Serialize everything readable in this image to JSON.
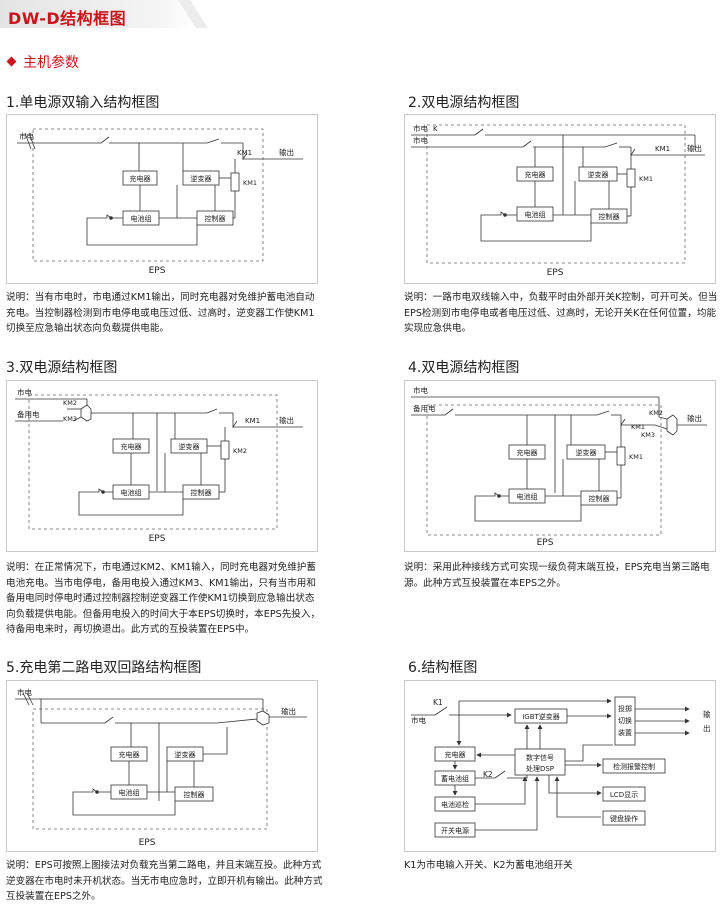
{
  "header": {
    "title": "DW-D结构框图"
  },
  "section": {
    "title": "主机参数"
  },
  "labels": {
    "mains": "市电",
    "backup": "备用电",
    "output": "输出",
    "output_v1": "输",
    "output_v2": "出",
    "charger": "充电器",
    "inverter": "逆变器",
    "battery": "电池组",
    "controller": "控制器",
    "eps": "EPS",
    "km1": "KM1",
    "km2": "KM2",
    "km3": "KM3",
    "k": "K",
    "k1": "K1",
    "k2": "K2"
  },
  "diagrams": [
    {
      "title": "1.单电源双输入结构框图",
      "desc": "说明：当有市电时，市电通过KM1输出，同时充电器对免维护蓄电池自动充电。当控制器检测到市电停电或电压过低、过高时，逆变器工作使KM1切换至应急输出状态向负载提供电能。"
    },
    {
      "title": "2.双电源结构框图",
      "desc": "说明：一路市电双线输入中，负载平时由外部开关K控制，可开可关。但当EPS检测到市电停电或者电压过低、过高时，无论开关K在任何位置，均能实现应急供电。"
    },
    {
      "title": "3.双电源结构框图",
      "desc": "说明：在正常情况下，市电通过KM2、KM1输入，同时充电器对免维护蓄电池充电。当市电停电，备用电投入通过KM3、KM1输出，只有当市用和备用电同时停电时通过控制器控制逆变器工作使KM1切换到应急输出状态向负载提供电能。但备用电投入的时间大于本EPS切换时，本EPS先投入，待备用电来时，再切换退出。此方式的互投装置在EPS中。"
    },
    {
      "title": "4.双电源结构框图",
      "desc": "说明：采用此种接线方式可实现一级负荷末端互投，EPS充电当第三路电源。此种方式互投装置在本EPS之外。"
    },
    {
      "title": "5.充电第二路电双回路结构框图",
      "desc": "说明：EPS可按照上图接法对负载充当第二路电，并且末端互投。此种方式逆变器在市电时未开机状态。当无市电应急时，立即开机有输出。此种方式互投装置在EPS之外。"
    },
    {
      "title": "6.结构框图",
      "desc": "K1为市电输入开关、K2为蓄电池组开关"
    }
  ],
  "diagram6": {
    "igbt": "IGBT逆变器",
    "switch1": "投掷",
    "switch2": "切换",
    "switch3": "装置",
    "dsp1": "数字信号",
    "dsp2": "处理DSP",
    "detect": "检测报警控制",
    "lcd": "LCD显示",
    "keyboard": "键盘操作",
    "battery_patrol": "电池巡检",
    "psu": "开关电源",
    "storage_battery": "蓄电池组"
  }
}
